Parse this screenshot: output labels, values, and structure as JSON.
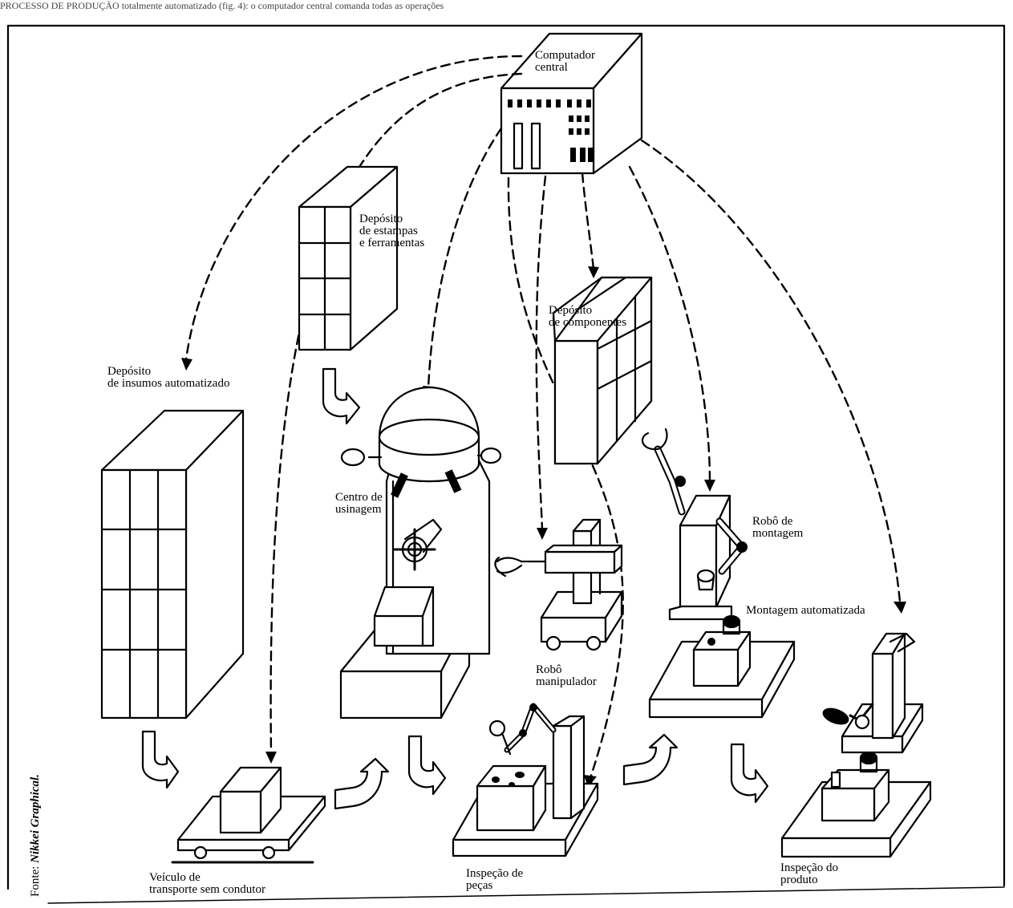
{
  "header_text": "PROCESSO DE PRODUÇÃO totalmente automatizado (fig. 4): o computador central comanda todas as operações",
  "labels": {
    "computador": [
      "Computador",
      "central"
    ],
    "estampas": [
      "Depósito",
      "de estampas",
      "e ferramentas"
    ],
    "insumos": [
      "Depósito",
      "de insumos automatizado"
    ],
    "componentes": [
      "Depósito",
      "de componentes"
    ],
    "usinagem": [
      "Centro de",
      "usinagem"
    ],
    "manipulador": [
      "Robô",
      "manipulador"
    ],
    "montagem_robo": [
      "Robô de",
      "montagem"
    ],
    "montagem_auto": [
      "Montagem automatizada"
    ],
    "veiculo": [
      "Veículo de",
      "transporte sem condutor"
    ],
    "inspecao_pecas": [
      "Inspeção de",
      "peças"
    ],
    "inspecao_produto": [
      "Inspeção do",
      "produto"
    ]
  },
  "source": {
    "prefix": "Fonte: ",
    "name": "Nikkei Graphical."
  },
  "colors": {
    "ink": "#000000",
    "paper": "#ffffff"
  }
}
